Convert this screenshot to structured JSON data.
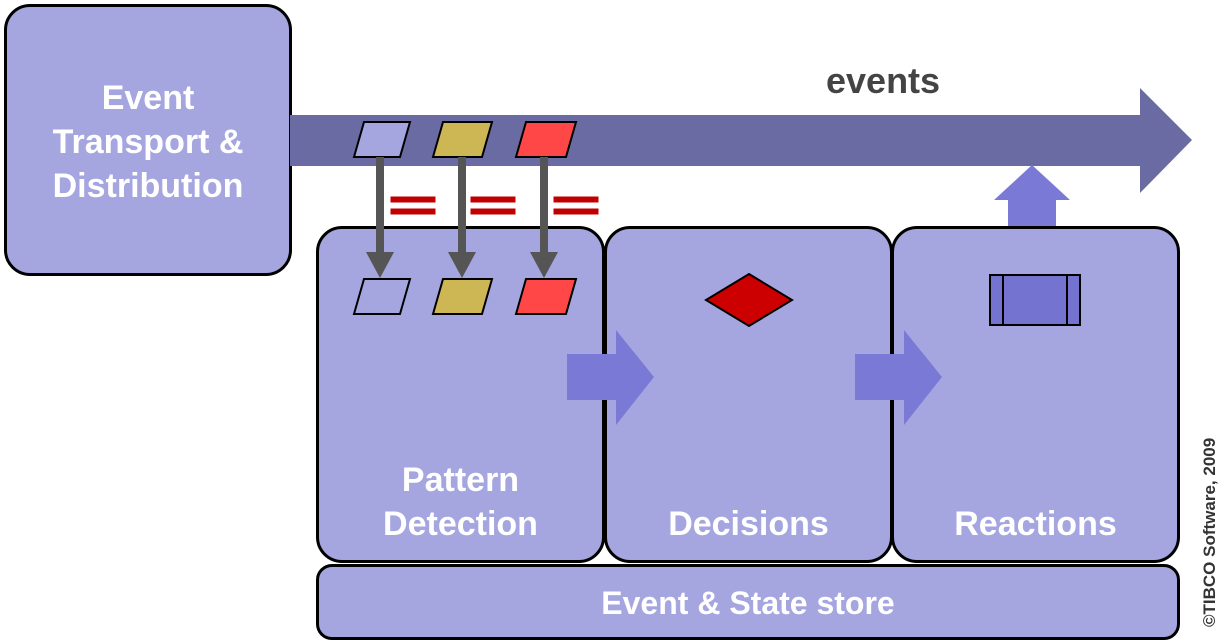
{
  "diagram": {
    "transport_box": {
      "line1": "Event",
      "line2": "Transport &",
      "line3": "Distribution"
    },
    "events_label": "events",
    "stages": [
      {
        "line1": "Pattern",
        "line2": "Detection"
      },
      {
        "line1": "Decisions"
      },
      {
        "line1": "Reactions"
      }
    ],
    "store_label": "Event & State store",
    "copyright": "©TIBCO Software, 2009"
  },
  "colors": {
    "box_fill": "#a5a5e0",
    "stream_fill": "#6b6ba3",
    "flow_arrow": "#7a7ad6",
    "event_blue": "#a5a5e0",
    "event_gold": "#cdb755",
    "event_red": "#ff4747",
    "equals_red": "#c00000",
    "decision_red": "#cc0000",
    "down_arrow": "#555555"
  }
}
